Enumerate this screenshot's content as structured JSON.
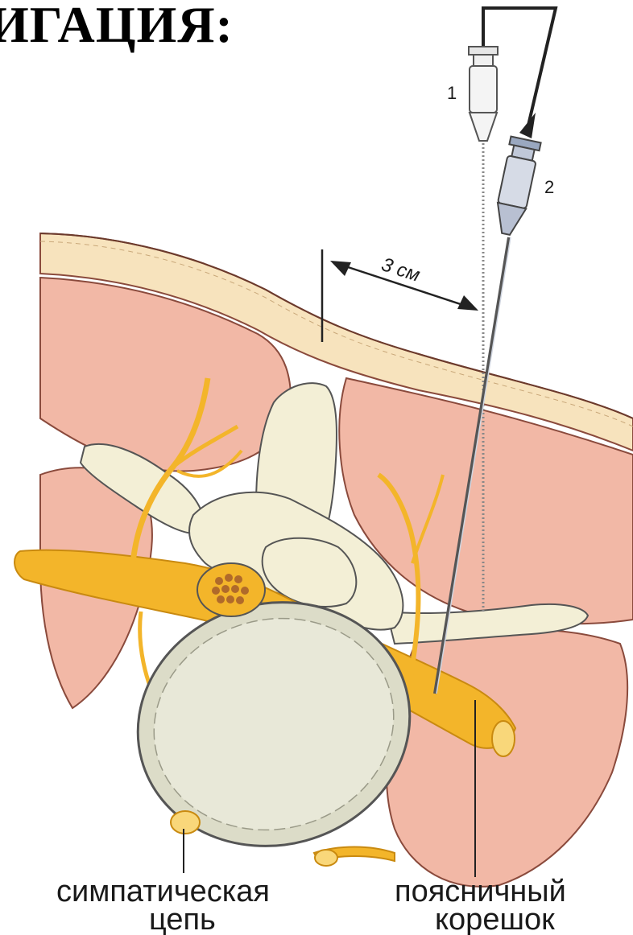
{
  "title": "ИГАЦИЯ:",
  "labels": {
    "needle_1": "1",
    "needle_2": "2",
    "distance": "3 см",
    "sympathetic_line1": "симпатическая",
    "sympathetic_line2": "цепь",
    "root_line1": "поясничный",
    "root_line2": "корешок"
  },
  "colors": {
    "muscle": "#f2b8a6",
    "muscle_outline": "#8a4a3c",
    "fat": "#f7e3bd",
    "bone": "#f3efd6",
    "nerve": "#f3b52a",
    "nerve_dark": "#c98a10",
    "disc": "#dcdcc8",
    "line": "#222222"
  }
}
